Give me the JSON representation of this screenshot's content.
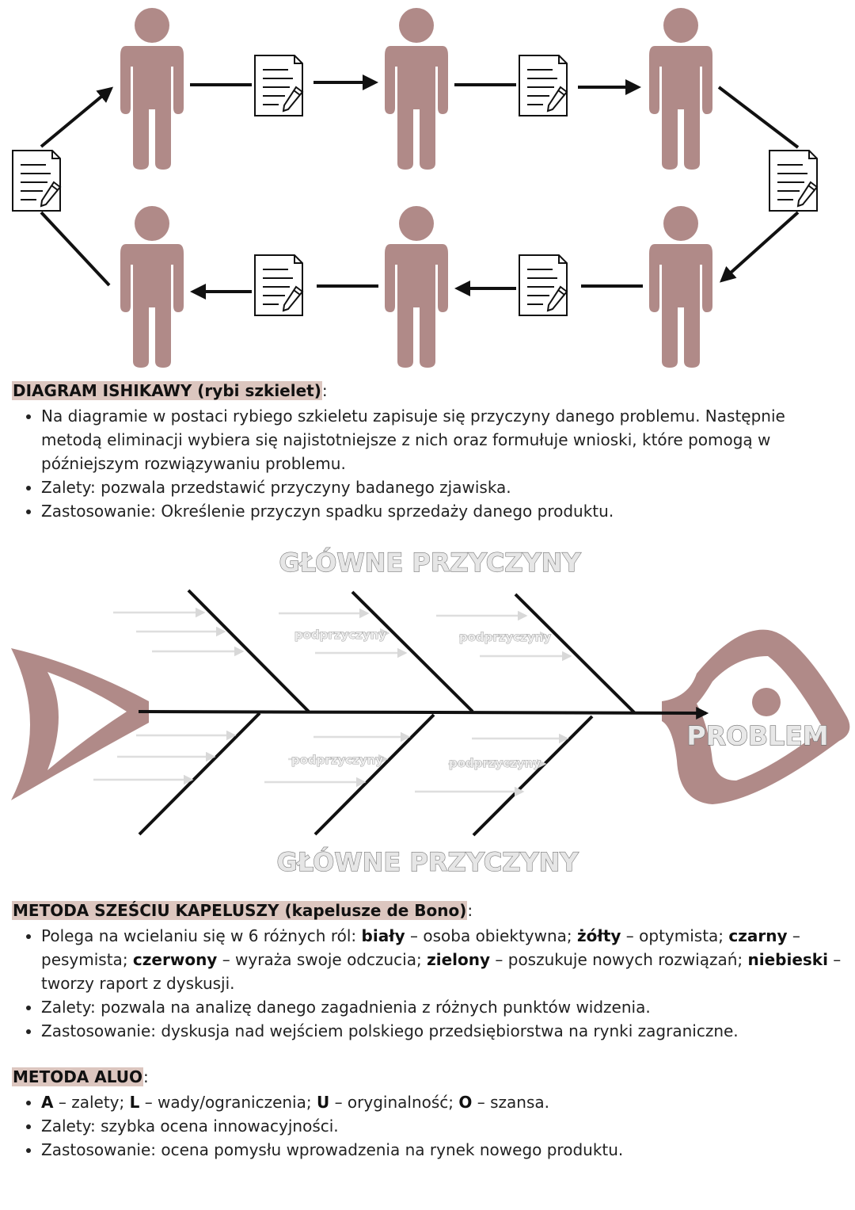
{
  "colors": {
    "accent": "#b08a88",
    "highlight": "#dcc6bf"
  },
  "top_diagram": {
    "people": [
      "person-icon",
      "person-icon",
      "person-icon",
      "person-icon",
      "person-icon",
      "person-icon"
    ],
    "documents": [
      "document-pen-icon",
      "document-pen-icon",
      "document-pen-icon",
      "document-pen-icon",
      "document-pen-icon",
      "document-pen-icon"
    ]
  },
  "ishikawa": {
    "heading": "DIAGRAM ISHIKAWY (rybi szkielet)",
    "heading_suffix": ":",
    "bullets": [
      "Na diagramie w postaci rybiego szkieletu zapisuje się przyczyny danego problemu. Następnie metodą eliminacji wybiera się najistotniejsze z nich oraz formułuje wnioski, które pomogą w późniejszym rozwiązywaniu problemu.",
      "Zalety: pozwala przedstawić przyczyny badanego zjawiska.",
      "Zastosowanie: Określenie przyczyn spadku sprzedaży danego produktu."
    ]
  },
  "fishbone": {
    "top_label": "GŁÓWNE PRZYCZYNY",
    "bottom_label": "GŁÓWNE PRZYCZYNY",
    "problem_label": "PROBLEM",
    "sub_top_1": "podprzyczyny",
    "sub_top_2": "podprzyczyny",
    "sub_bottom_1": "podprzyczyny",
    "sub_bottom_2": "podprzyczyny"
  },
  "six_hats": {
    "heading": "METODA SZEŚCIU KAPELUSZY (kapelusze de Bono)",
    "heading_suffix": ":",
    "intro": "Polega na wcielaniu się w 6 różnych ról: ",
    "hat_white": "biały",
    "desc_white": " – osoba obiektywna; ",
    "hat_yellow": "żółty",
    "desc_yellow": " – optymista; ",
    "hat_black": "czarny",
    "desc_black": " – pesymista; ",
    "hat_red": "czerwony",
    "desc_red": " – wyraża swoje odczucia; ",
    "hat_green": "zielony",
    "desc_green": " – poszukuje nowych rozwiązań; ",
    "hat_blue": "niebieski",
    "desc_blue": " – tworzy raport z dyskusji.",
    "advantages": "Zalety: pozwala na analizę danego zagadnienia z różnych punktów widzenia.",
    "application": "Zastosowanie: dyskusja nad wejściem polskiego przedsiębiorstwa na rynki zagraniczne."
  },
  "aluo": {
    "heading": "METODA ALUO",
    "heading_suffix": ":",
    "a_letter": "A",
    "a_desc": " – zalety; ",
    "l_letter": "L",
    "l_desc": " – wady/ograniczenia; ",
    "u_letter": "U",
    "u_desc": " – oryginalność; ",
    "o_letter": "O",
    "o_desc": " – szansa.",
    "advantages": "Zalety: szybka ocena innowacyjności.",
    "application": "Zastosowanie: ocena pomysłu wprowadzenia na rynek nowego produktu."
  }
}
